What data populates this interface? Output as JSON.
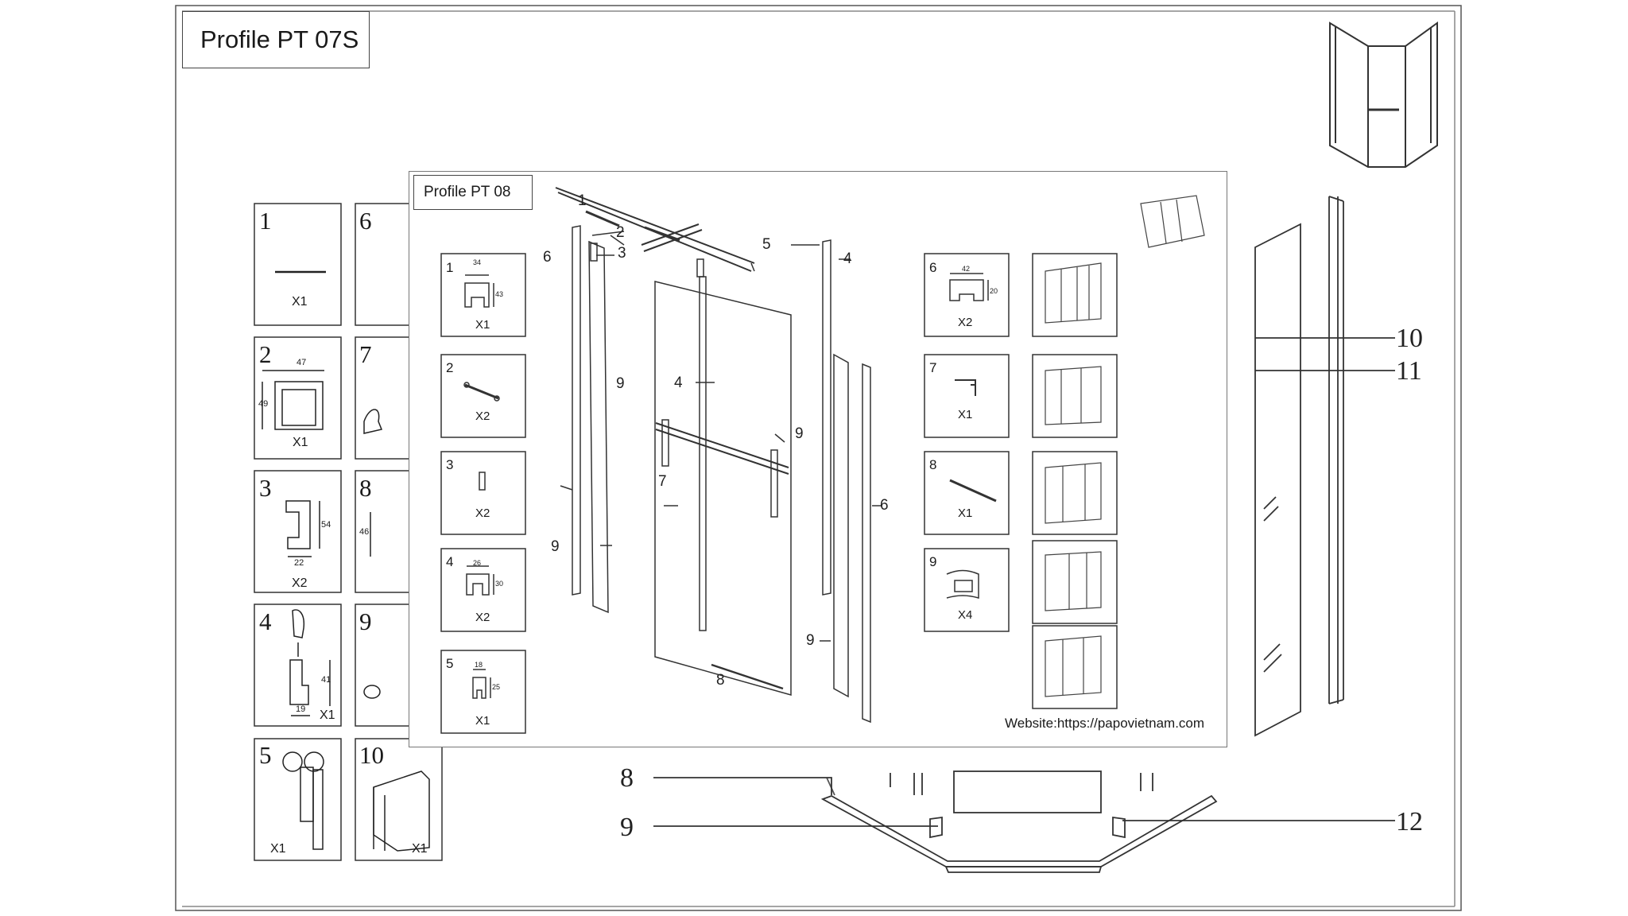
{
  "outer": {
    "title": "Profile PT 07S",
    "parts": [
      {
        "num": "1",
        "qty": "X1"
      },
      {
        "num": "2",
        "qty": "X1",
        "dim_a": "47",
        "dim_b": "49"
      },
      {
        "num": "3",
        "qty": "X2",
        "dim_a": "54",
        "dim_b": "22"
      },
      {
        "num": "4",
        "qty": "X1",
        "dim_a": "41",
        "dim_b": "19"
      },
      {
        "num": "5",
        "qty": "X1"
      },
      {
        "num": "6"
      },
      {
        "num": "7"
      },
      {
        "num": "8",
        "dim_a": "46"
      },
      {
        "num": "9"
      },
      {
        "num": "10",
        "qty": "X1"
      }
    ],
    "callouts": [
      "10",
      "11",
      "8",
      "9",
      "12"
    ]
  },
  "inner": {
    "title": "Profile PT 08",
    "website": "Website:https://papovietnam.com",
    "parts_left": [
      {
        "num": "1",
        "qty": "X1",
        "dim_a": "34",
        "dim_b": "43"
      },
      {
        "num": "2",
        "qty": "X2"
      },
      {
        "num": "3",
        "qty": "X2"
      },
      {
        "num": "4",
        "qty": "X2",
        "dim_a": "26",
        "dim_b": "30"
      },
      {
        "num": "5",
        "qty": "X1",
        "dim_a": "18",
        "dim_b": "25"
      }
    ],
    "parts_right": [
      {
        "num": "6",
        "qty": "X2",
        "dim_a": "42",
        "dim_b": "20"
      },
      {
        "num": "7",
        "qty": "X1"
      },
      {
        "num": "8",
        "qty": "X1"
      },
      {
        "num": "9",
        "qty": "X4"
      }
    ],
    "callouts": [
      "1",
      "2",
      "3",
      "5",
      "4",
      "6",
      "4",
      "9",
      "9",
      "7",
      "9",
      "6",
      "9",
      "8"
    ]
  }
}
